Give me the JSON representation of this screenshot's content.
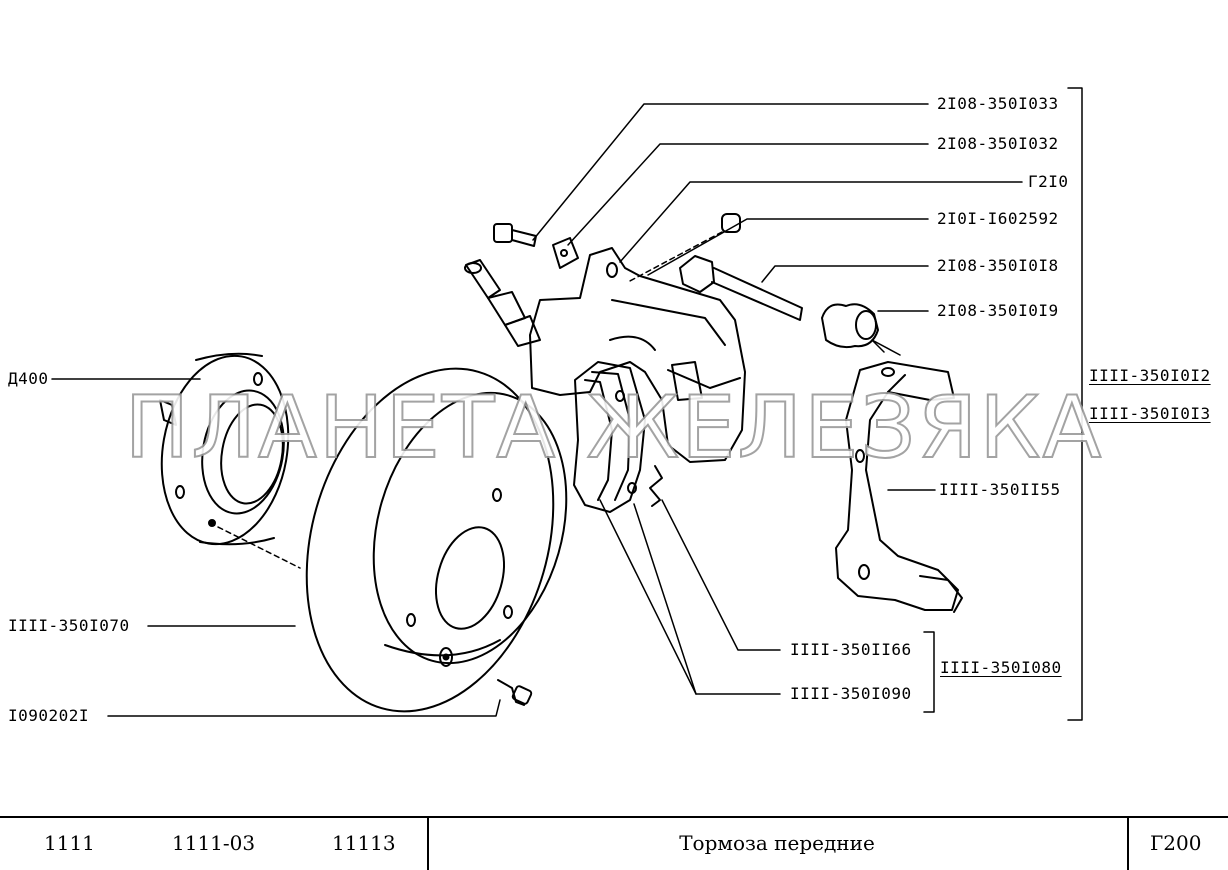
{
  "parts": {
    "p1": "2I08-350I033",
    "p2": "2I08-350I032",
    "p3": "Г2I0",
    "p4": "2I0I-I602592",
    "p5": "2I08-350I0I8",
    "p6": "2I08-350I0I9",
    "p7": "IIII-350I0I2",
    "p8": "IIII-350I0I3",
    "p9": "IIII-350II55",
    "p10": "IIII-350II66",
    "p11": "IIII-350I080",
    "p12": "IIII-350I090",
    "p13": "Д400",
    "p14": "IIII-350I070",
    "p15": "I090202I"
  },
  "watermark": "ПЛАНЕТА ЖЕЛЕЗЯКА",
  "title_block": {
    "model_1": "1111",
    "model_2": "1111-03",
    "model_3": "11113",
    "title": "Тормоза передние",
    "code": "Г200"
  },
  "colors": {
    "line": "#000000",
    "background": "#ffffff",
    "watermark_outline": "#9a9a9a"
  }
}
